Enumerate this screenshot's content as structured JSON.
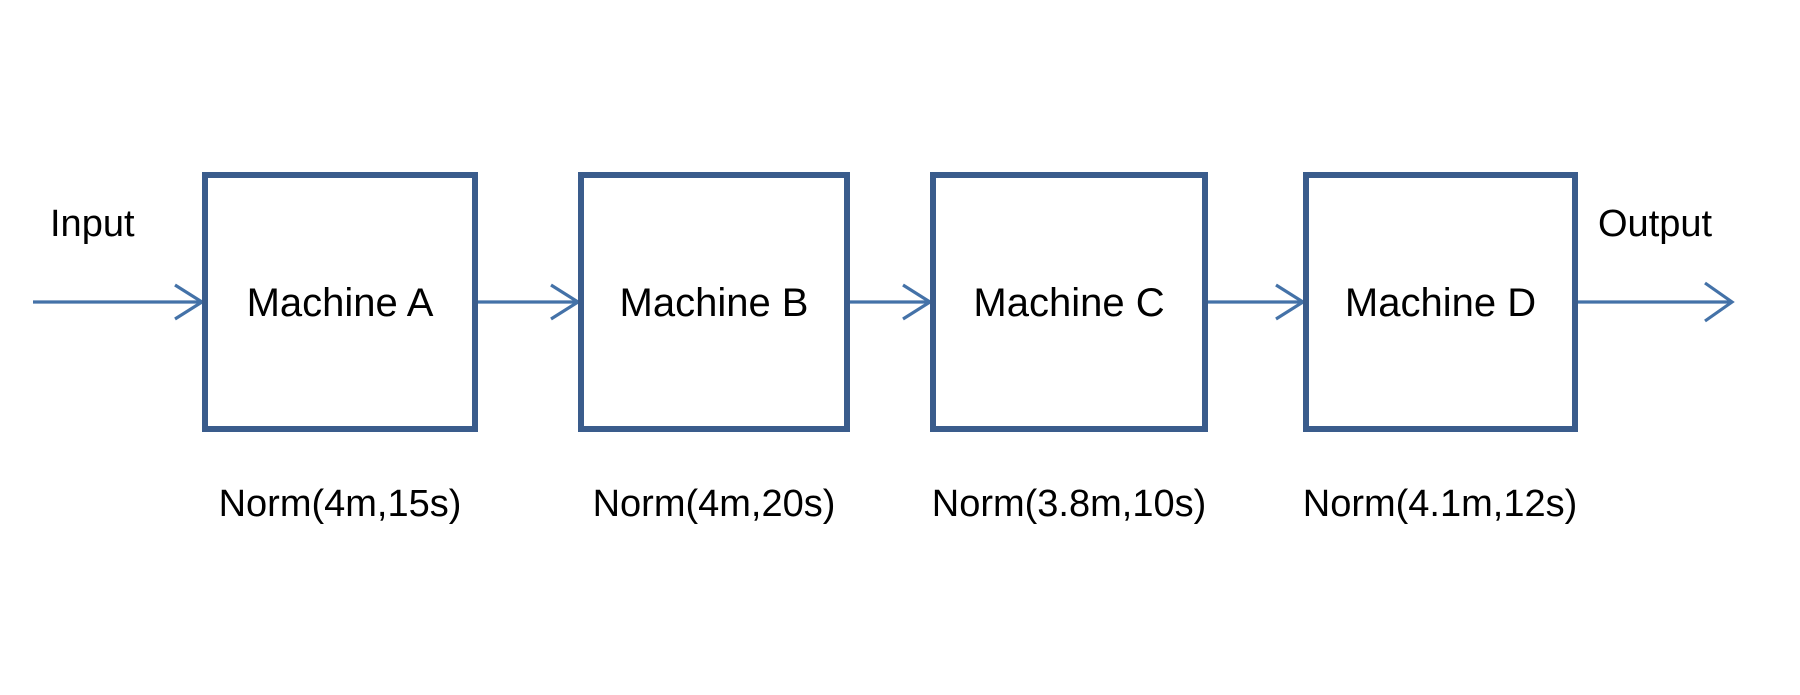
{
  "diagram": {
    "title": "Serial production line flow diagram",
    "background_color": "#FFFFFF",
    "box_border_color": "#3A5C8C",
    "arrow_color": "#4472A8",
    "text_color": "#000000",
    "input_label": "Input",
    "output_label": "Output",
    "nodes": [
      {
        "id": "machine-a",
        "label": "Machine A",
        "distribution": "Norm(4m,15s)"
      },
      {
        "id": "machine-b",
        "label": "Machine B",
        "distribution": "Norm(4m,20s)"
      },
      {
        "id": "machine-c",
        "label": "Machine C",
        "distribution": "Norm(3.8m,10s)"
      },
      {
        "id": "machine-d",
        "label": "Machine D",
        "distribution": "Norm(4.1m,12s)"
      }
    ],
    "connectors": [
      {
        "id": "arrow-input-to-a",
        "from": "input",
        "to": "machine-a"
      },
      {
        "id": "arrow-a-to-b",
        "from": "machine-a",
        "to": "machine-b"
      },
      {
        "id": "arrow-b-to-c",
        "from": "machine-b",
        "to": "machine-c"
      },
      {
        "id": "arrow-c-to-d",
        "from": "machine-c",
        "to": "machine-d"
      },
      {
        "id": "arrow-d-to-output",
        "from": "machine-d",
        "to": "output"
      }
    ]
  }
}
